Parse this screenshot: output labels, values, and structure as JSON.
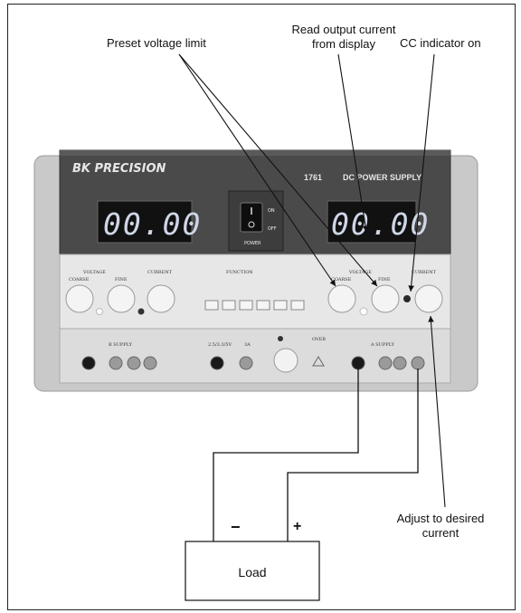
{
  "annotations": {
    "preset_voltage": "Preset voltage limit",
    "read_current_line1": "Read output current",
    "read_current_line2": "from display",
    "cc_indicator": "CC indicator on",
    "adjust_line1": "Adjust to desired",
    "adjust_line2": "current"
  },
  "device": {
    "brand": "BK PRECISION",
    "model_number": "1761",
    "model_name": "DC POWER SUPPLY",
    "display_left": "00.00",
    "display_right": "00.00",
    "power_label": "POWER",
    "switch_on": "ON",
    "switch_off": "OFF",
    "knob_left_group": "VOLTAGE",
    "knob_left_current": "CURRENT",
    "knob_coarse": "COARSE",
    "knob_fine": "FINE",
    "function_label": "FUNCTION",
    "knob_right_group": "VOLTAGE",
    "knob_right_current": "CURRENT",
    "a_supply": "A SUPPLY",
    "b_supply": "B SUPPLY",
    "fixed_supply": "2.5/3.3/5V",
    "fixed_current": "3A",
    "power_button": "OVER"
  },
  "circuit": {
    "load": "Load",
    "minus": "−",
    "plus": "+"
  }
}
